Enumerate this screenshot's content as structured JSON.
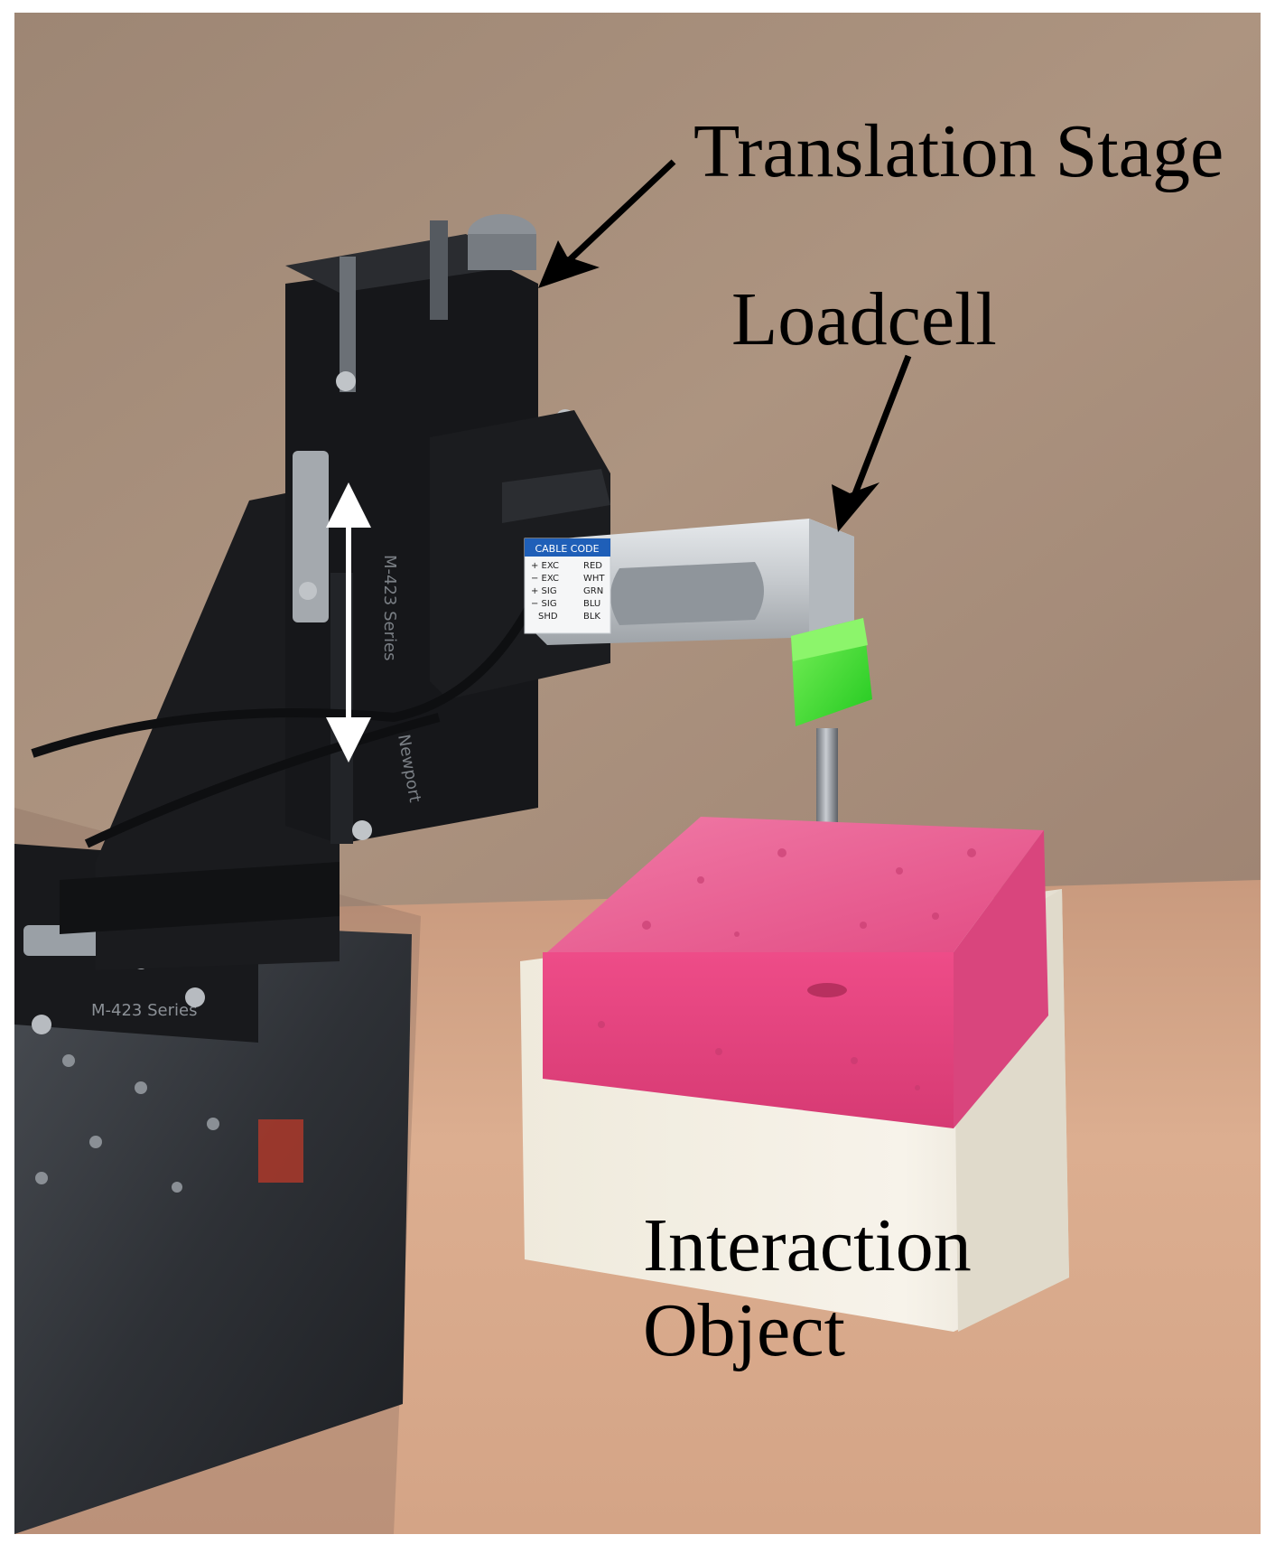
{
  "labels": {
    "translation_stage": "Translation Stage",
    "loadcell": "Loadcell",
    "interaction_object_line1": "Interaction",
    "interaction_object_line2": "Object"
  },
  "loadcell_sticker": {
    "title": "CABLE CODE",
    "rows": [
      {
        "left": "+ EXC",
        "right": "RED"
      },
      {
        "left": "− EXC",
        "right": "WHT"
      },
      {
        "left": "+ SIG",
        "right": "GRN"
      },
      {
        "left": "− SIG",
        "right": "BLU"
      },
      {
        "left": "SHD",
        "right": "BLK"
      }
    ]
  },
  "stage_text": {
    "upper_series": "M-423 Series",
    "brand": "Newport",
    "lower_series": "M-423 Series"
  },
  "colors": {
    "wall": "#a78f7c",
    "table": "#d8a888",
    "sponge_pink": "#e6457f",
    "sponge_white": "#f1ede3",
    "loadcell_green": "#3fe03a",
    "loadcell_aluminum": "#c8ccd0",
    "stage_black": "#141416",
    "sticker_blue": "#1f5fb8"
  }
}
